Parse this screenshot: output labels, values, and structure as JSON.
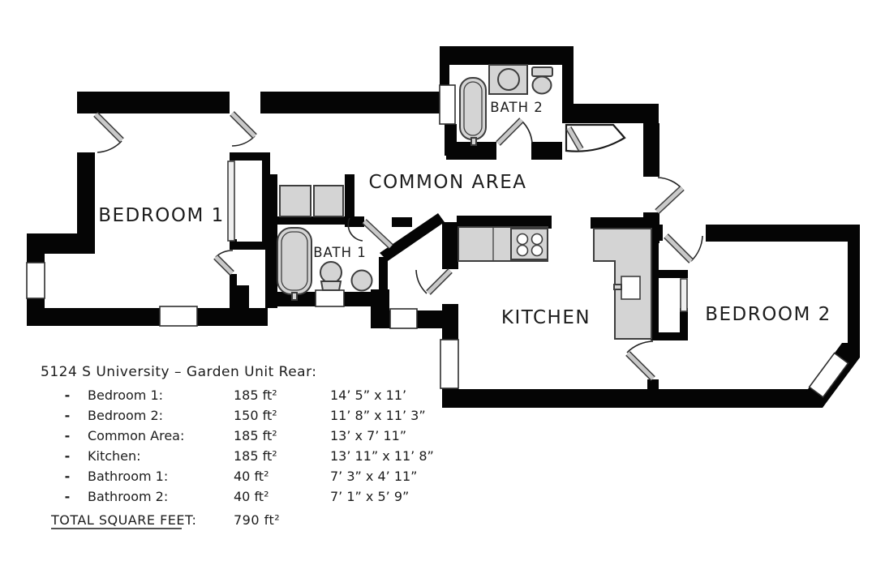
{
  "floor_plan": {
    "rooms": {
      "bedroom1": "BEDROOM 1",
      "bath1": "BATH 1",
      "common_area": "COMMON AREA",
      "bath2": "BATH 2",
      "kitchen": "KITCHEN",
      "bedroom2": "BEDROOM 2"
    },
    "fixtures": [
      "bathtub",
      "toilet",
      "sink",
      "washer",
      "dryer",
      "stove",
      "kitchen-counter",
      "closet-sliding-door"
    ]
  },
  "legend": {
    "title": "5124 S University – Garden Unit Rear:",
    "bullet": "-",
    "rows": [
      {
        "name": "Bedroom 1:",
        "area": "185 ft²",
        "dims": "14’ 5” x 11’"
      },
      {
        "name": "Bedroom 2:",
        "area": "150 ft²",
        "dims": "11’ 8” x 11’ 3”"
      },
      {
        "name": "Common Area:",
        "area": "185 ft²",
        "dims": "13’ x 7’ 11”"
      },
      {
        "name": "Kitchen:",
        "area": "185 ft²",
        "dims": "13’ 11” x 11’ 8”"
      },
      {
        "name": "Bathroom 1:",
        "area": "40 ft²",
        "dims": "7’ 3” x 4’ 11”"
      },
      {
        "name": "Bathroom 2:",
        "area": "40 ft²",
        "dims": "7’ 1” x 5’ 9”"
      }
    ],
    "total_label": "TOTAL SQUARE FEET:",
    "total_value": "790 ft²"
  },
  "colors": {
    "wall": "#050505",
    "fixture_fill": "#d4d4d4",
    "fixture_outline": "#3d3d3d",
    "door_leaf": "#c9c9c9",
    "text": "#1c1c1c",
    "background": "#ffffff"
  }
}
